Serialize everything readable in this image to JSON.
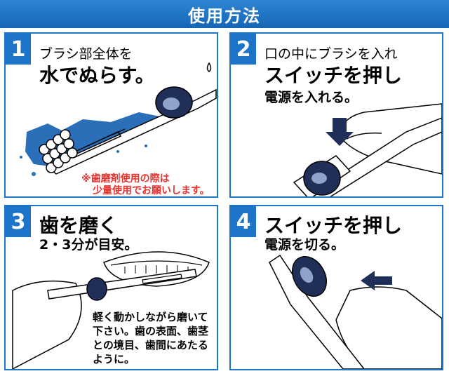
{
  "header": {
    "title": "使用方法"
  },
  "steps": [
    {
      "number": "1",
      "line1": "ブラシ部全体を",
      "line2": "水でぬらす。",
      "note_line1": "※歯磨剤使用の際は",
      "note_line2": "少量使用でお願いします。"
    },
    {
      "number": "2",
      "line1": "口の中にブラシを入れ",
      "line2": "スイッチを押し",
      "line3": "電源を入れる。"
    },
    {
      "number": "3",
      "line1": "歯を磨く",
      "line2": "2・3分が目安。",
      "desc": [
        "軽く動かしながら磨いて",
        "下さい。歯の表面、歯茎",
        "との境目、歯間にあたる",
        "ように。"
      ]
    },
    {
      "number": "4",
      "line1": "スイッチを押し",
      "line2": "電源を切る。"
    }
  ],
  "colors": {
    "header_blue": "#1e74c8",
    "note_red": "#e8322e",
    "water_blue": "#2a6fb8",
    "switch_navy": "#1f2f57"
  }
}
